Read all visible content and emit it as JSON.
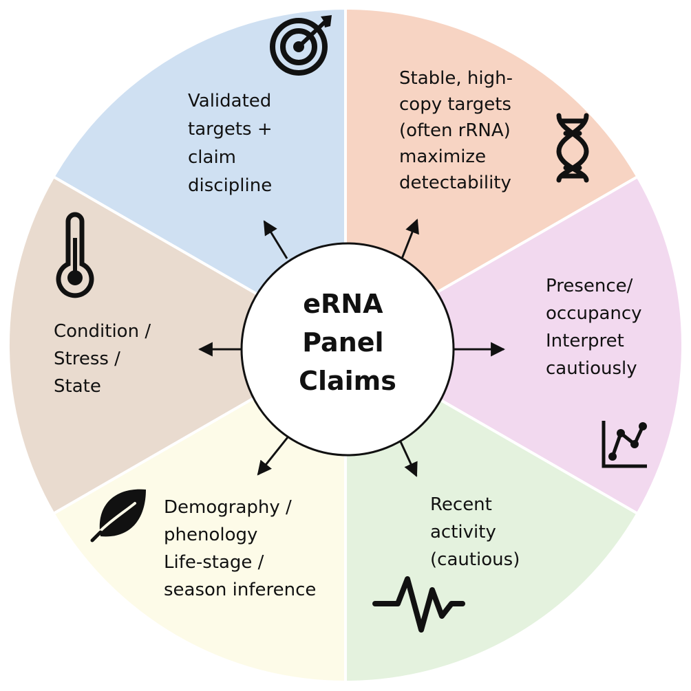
{
  "center": {
    "lines": [
      "eRNA",
      "Panel",
      "Claims"
    ]
  },
  "segments": [
    {
      "id": "validated-targets",
      "color": "#cfe0f2",
      "icon": "target-icon",
      "lines": [
        "Validated",
        "targets +",
        "claim",
        "discipline"
      ]
    },
    {
      "id": "stable-targets",
      "color": "#f7d4c3",
      "icon": "dna-icon",
      "lines": [
        "Stable, high-",
        "copy targets",
        "(often rRNA)",
        "maximize",
        "detectability"
      ]
    },
    {
      "id": "presence-occupancy",
      "color": "#f2d9ef",
      "icon": "line-chart-icon",
      "lines": [
        "Presence/",
        "occupancy",
        "Interpret",
        "cautiously"
      ]
    },
    {
      "id": "recent-activity",
      "color": "#e4f2de",
      "icon": "heartbeat-icon",
      "lines": [
        "Recent",
        "activity",
        "(cautious)"
      ]
    },
    {
      "id": "demography-phenology",
      "color": "#fdfbe8",
      "icon": "leaf-icon",
      "lines": [
        "Demography /",
        "phenology",
        "Life-stage /",
        "season inference"
      ]
    },
    {
      "id": "condition-stress",
      "color": "#e9dbcf",
      "icon": "thermometer-icon",
      "lines": [
        "Condition /",
        "Stress /",
        "State"
      ]
    }
  ]
}
